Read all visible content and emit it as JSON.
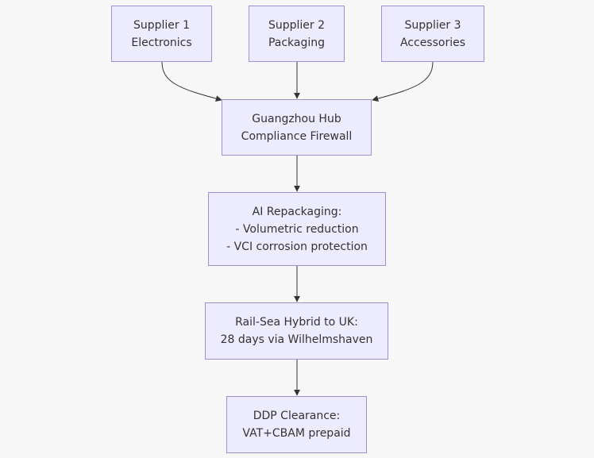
{
  "nodes": {
    "supplier1": {
      "lines": [
        "Supplier 1",
        "Electronics"
      ]
    },
    "supplier2": {
      "lines": [
        "Supplier 2",
        "Packaging"
      ]
    },
    "supplier3": {
      "lines": [
        "Supplier 3",
        "Accessories"
      ]
    },
    "hub": {
      "lines": [
        "Guangzhou Hub",
        "Compliance Firewall"
      ]
    },
    "repack": {
      "lines": [
        "AI Repackaging:",
        "- Volumetric reduction",
        "- VCI corrosion protection"
      ]
    },
    "rail": {
      "lines": [
        "Rail-Sea Hybrid to UK:",
        "28 days via Wilhelmshaven"
      ]
    },
    "ddp": {
      "lines": [
        "DDP Clearance:",
        "VAT+CBAM prepaid"
      ]
    }
  },
  "colors": {
    "background": "#f7f7f7",
    "node_fill": "#ececfe",
    "node_border": "#9f8fd9",
    "edge": "#333333",
    "text": "#333333"
  }
}
